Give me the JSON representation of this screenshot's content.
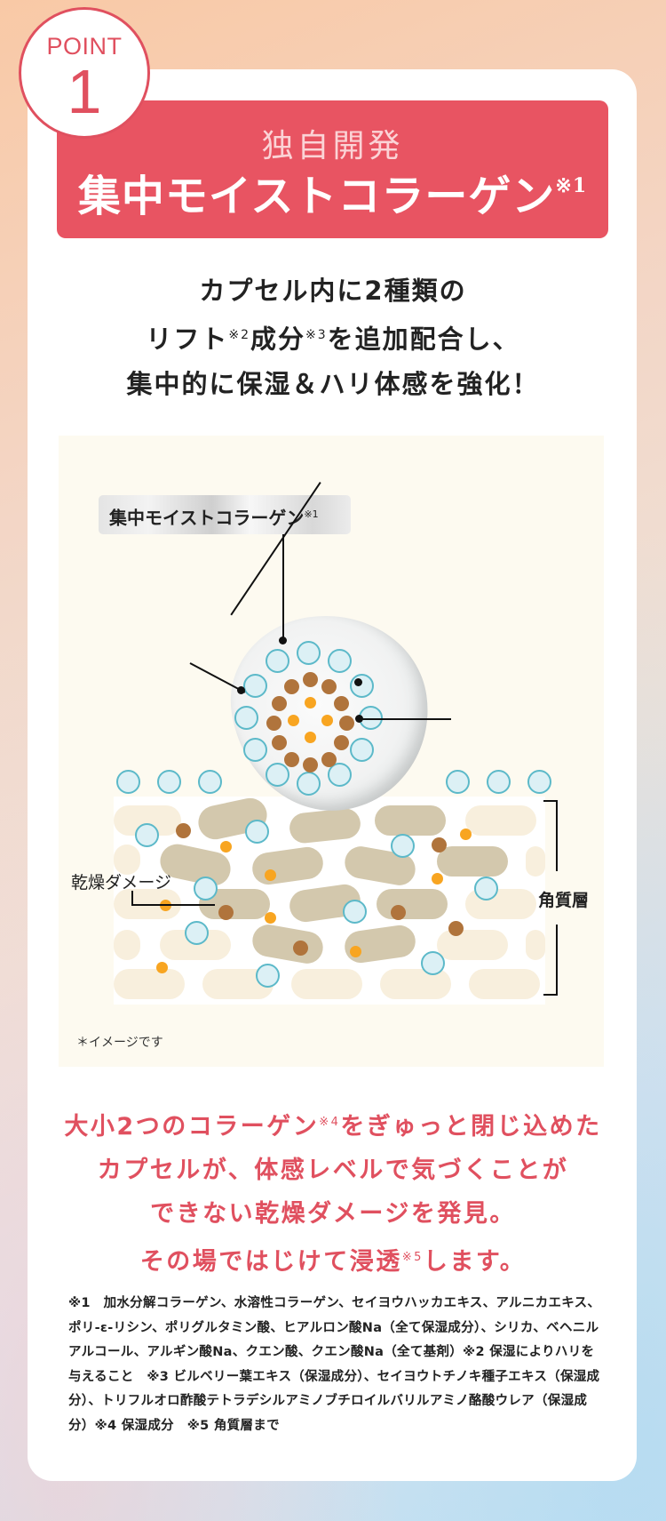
{
  "badge": {
    "label": "POINT",
    "number": "1"
  },
  "title": {
    "sub": "独自開発",
    "main": "集中モイストコラーゲン",
    "main_note": "※1"
  },
  "lead": {
    "line1": "カプセル内に2種類の",
    "line2_a": "リフト",
    "line2_note_a": "※2",
    "line2_b": "成分",
    "line2_note_b": "※3",
    "line2_c": "を追加配合し、",
    "line3": "集中的に保湿＆ハリ体感を強化！"
  },
  "diagram": {
    "capsule_label": "集中モイストコラーゲン",
    "capsule_label_note": "※1",
    "dry_damage_label": "乾燥ダメージ",
    "layer_label": "角質層",
    "note": "＊イメージです",
    "colors": {
      "background": "#fdfaf0",
      "ring_fill": "#dcf0f5",
      "ring_stroke": "#5cb9c9",
      "brown": "#b0743c",
      "orange": "#f8a521",
      "cell_light": "#f8efdd",
      "cell_dark": "#d3c8ad"
    }
  },
  "pink": {
    "line1_a": "大小2つのコラーゲン",
    "line1_note": "※4",
    "line1_b": "をぎゅっと閉じ込めた",
    "line2": "カプセルが、体感レベルで気づくことが",
    "line3": "できない乾燥ダメージを発見。",
    "line4_a": "その場ではじけて浸透",
    "line4_note": "※5",
    "line4_b": "します。"
  },
  "footnotes": {
    "text": "※1　加水分解コラーゲン、水溶性コラーゲン、セイヨウハッカエキス、アルニカエキス、ポリ-ε-リシン、ポリグルタミン酸、ヒアルロン酸Na（全て保湿成分）、シリカ、ベヘニルアルコール、アルギン酸Na、クエン酸、クエン酸Na（全て基剤）※2 保湿によりハリを与えること　※3 ビルベリー葉エキス（保湿成分）、セイヨウトチノキ種子エキス（保湿成分）、トリフルオロ酢酸テトラデシルアミノブチロイルバリルアミノ酪酸ウレア（保湿成分）※4 保湿成分　※5 角質層まで"
  },
  "colors": {
    "accent": "#e85462",
    "badge": "#e0505f"
  }
}
